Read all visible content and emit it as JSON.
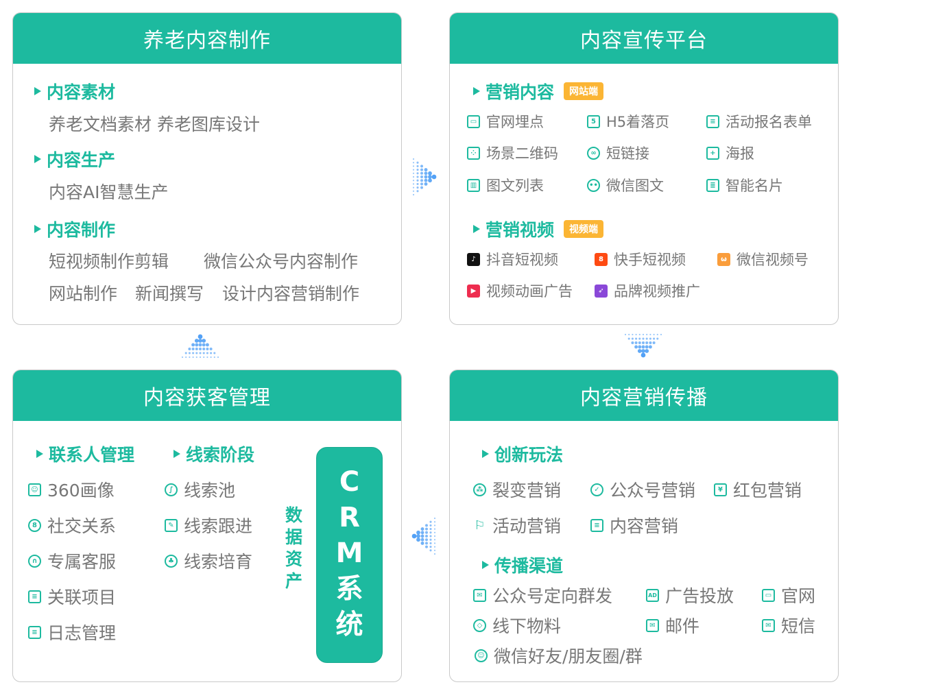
{
  "panels": {
    "content_production": {
      "title": "养老内容制作",
      "sections": [
        {
          "heading": "内容素材",
          "items": [
            "养老文档素材 养老图库设计"
          ]
        },
        {
          "heading": "内容生产",
          "items": [
            "内容AI智慧生产"
          ]
        },
        {
          "heading": "内容制作",
          "items": [
            "短视频制作剪辑",
            "微信公众号内容制作",
            "网站制作",
            "新闻撰写",
            "设计内容营销制作"
          ]
        }
      ]
    },
    "promotion_platform": {
      "title": "内容宣传平台",
      "sections": [
        {
          "heading": "营销内容",
          "badge": "网站端",
          "items": [
            {
              "label": "官网埋点",
              "icon": "monitor-icon"
            },
            {
              "label": "H5着落页",
              "icon": "html5-icon"
            },
            {
              "label": "活动报名表单",
              "icon": "clipboard-icon"
            },
            {
              "label": "场景二维码",
              "icon": "qrcode-icon"
            },
            {
              "label": "短链接",
              "icon": "link-icon"
            },
            {
              "label": "海报",
              "icon": "poster-icon"
            },
            {
              "label": "图文列表",
              "icon": "chart-list-icon"
            },
            {
              "label": "微信图文",
              "icon": "wechat-icon"
            },
            {
              "label": "智能名片",
              "icon": "business-card-icon"
            }
          ]
        },
        {
          "heading": "营销视频",
          "badge": "视频端",
          "items": [
            {
              "label": "抖音短视频",
              "icon": "douyin-icon"
            },
            {
              "label": "快手短视频",
              "icon": "kuaishou-icon"
            },
            {
              "label": "微信视频号",
              "icon": "wechat-channels-icon"
            },
            {
              "label": "视频动画广告",
              "icon": "video-clapper-icon"
            },
            {
              "label": "品牌视频推广",
              "icon": "paper-plane-icon"
            }
          ]
        }
      ]
    },
    "lead_management": {
      "title": "内容获客管理",
      "contacts": {
        "heading": "联系人管理",
        "items": [
          {
            "label": "360画像",
            "icon": "face-scan-icon"
          },
          {
            "label": "社交关系",
            "icon": "users-icon"
          },
          {
            "label": "专属客服",
            "icon": "headset-icon"
          },
          {
            "label": "关联项目",
            "icon": "list-icon"
          },
          {
            "label": "日志管理",
            "icon": "notebook-icon"
          }
        ]
      },
      "leads": {
        "heading": "线索阶段",
        "items": [
          {
            "label": "线索池",
            "icon": "route-icon"
          },
          {
            "label": "线索跟进",
            "icon": "edit-icon"
          },
          {
            "label": "线索培育",
            "icon": "sprout-icon"
          }
        ]
      },
      "data_assets": [
        "数",
        "据",
        "资",
        "产"
      ],
      "crm": [
        "C",
        "R",
        "M",
        "系",
        "统"
      ]
    },
    "marketing_spread": {
      "title": "内容营销传播",
      "sections": [
        {
          "heading": "创新玩法",
          "items": [
            {
              "label": "裂变营销",
              "icon": "network-icon"
            },
            {
              "label": "公众号营销",
              "icon": "verified-badge-icon"
            },
            {
              "label": "红包营销",
              "icon": "red-packet-icon"
            },
            {
              "label": "活动营销",
              "icon": "flag-icon"
            },
            {
              "label": "内容营销",
              "icon": "document-icon"
            }
          ]
        },
        {
          "heading": "传播渠道",
          "items": [
            {
              "label": "公众号定向群发",
              "icon": "send-mail-icon"
            },
            {
              "label": "广告投放",
              "icon": "ad-icon"
            },
            {
              "label": "官网",
              "icon": "monitor-icon"
            },
            {
              "label": "线下物料",
              "icon": "box-icon"
            },
            {
              "label": "邮件",
              "icon": "mail-icon"
            },
            {
              "label": "短信",
              "icon": "envelope-icon"
            },
            {
              "label": "微信好友/朋友圈/群",
              "icon": "user-group-icon"
            }
          ]
        }
      ]
    }
  },
  "colors": {
    "primary": "#1dba9f",
    "badge": "#fbb534",
    "text": "#777777",
    "arrow": "#4a9cf5"
  }
}
